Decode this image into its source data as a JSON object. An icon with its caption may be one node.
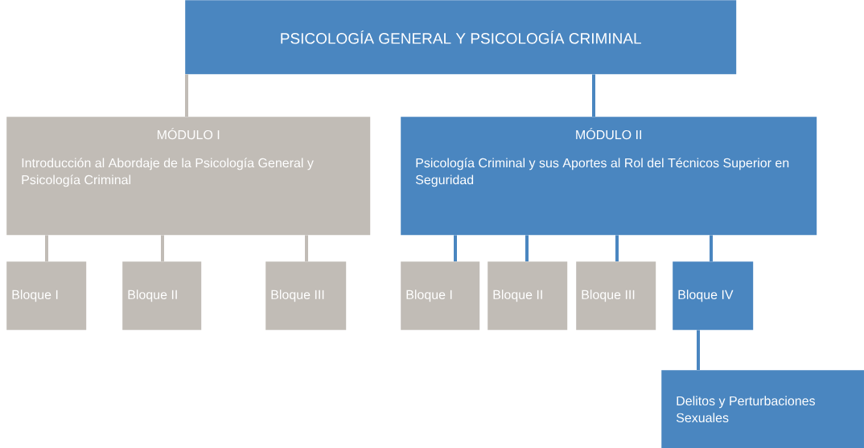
{
  "diagram": {
    "nodes": [
      {
        "text": [
          "PSICOLOGÍA GENERAL Y PSICOLOGÍA CRIMINAL"
        ]
      },
      {
        "text": [
          "MÓDULO I",
          "Introducción al Abordaje de la Psicología General y Psicología Criminal"
        ]
      },
      {
        "text": [
          "MÓDULO II",
          "Psicología  Criminal y sus Aportes al Rol del Técnicos Superior en Seguridad"
        ]
      },
      {
        "text": [
          "Bloque I"
        ]
      },
      {
        "text": [
          "Bloque II"
        ]
      },
      {
        "text": [
          "Bloque III"
        ]
      },
      {
        "text": [
          "Bloque I"
        ]
      },
      {
        "text": [
          "Bloque II"
        ]
      },
      {
        "text": [
          "Bloque III"
        ]
      },
      {
        "text": [
          "Bloque IV"
        ]
      },
      {
        "text": [
          "Delitos y Perturbaciones Sexuales"
        ]
      }
    ],
    "edges": [
      {
        "from": 0,
        "to": 1,
        "arrow": "none",
        "color": "#c1bcb6"
      },
      {
        "from": 0,
        "to": 2,
        "arrow": "none"
      },
      {
        "from": 1,
        "to": 3,
        "arrow": "none",
        "color": "#c1bcb6"
      },
      {
        "from": 1,
        "to": 4,
        "arrow": "none",
        "color": "#c1bcb6"
      },
      {
        "from": 1,
        "to": 5,
        "arrow": "none",
        "color": "#c1bcb6"
      },
      {
        "from": 2,
        "to": 6,
        "arrow": "none"
      },
      {
        "from": 2,
        "to": 7,
        "arrow": "none"
      },
      {
        "from": 2,
        "to": 8,
        "arrow": "none"
      },
      {
        "from": 2,
        "to": 9,
        "arrow": "none"
      },
      {
        "from": 9,
        "to": 10,
        "arrow": "none"
      }
    ]
  }
}
